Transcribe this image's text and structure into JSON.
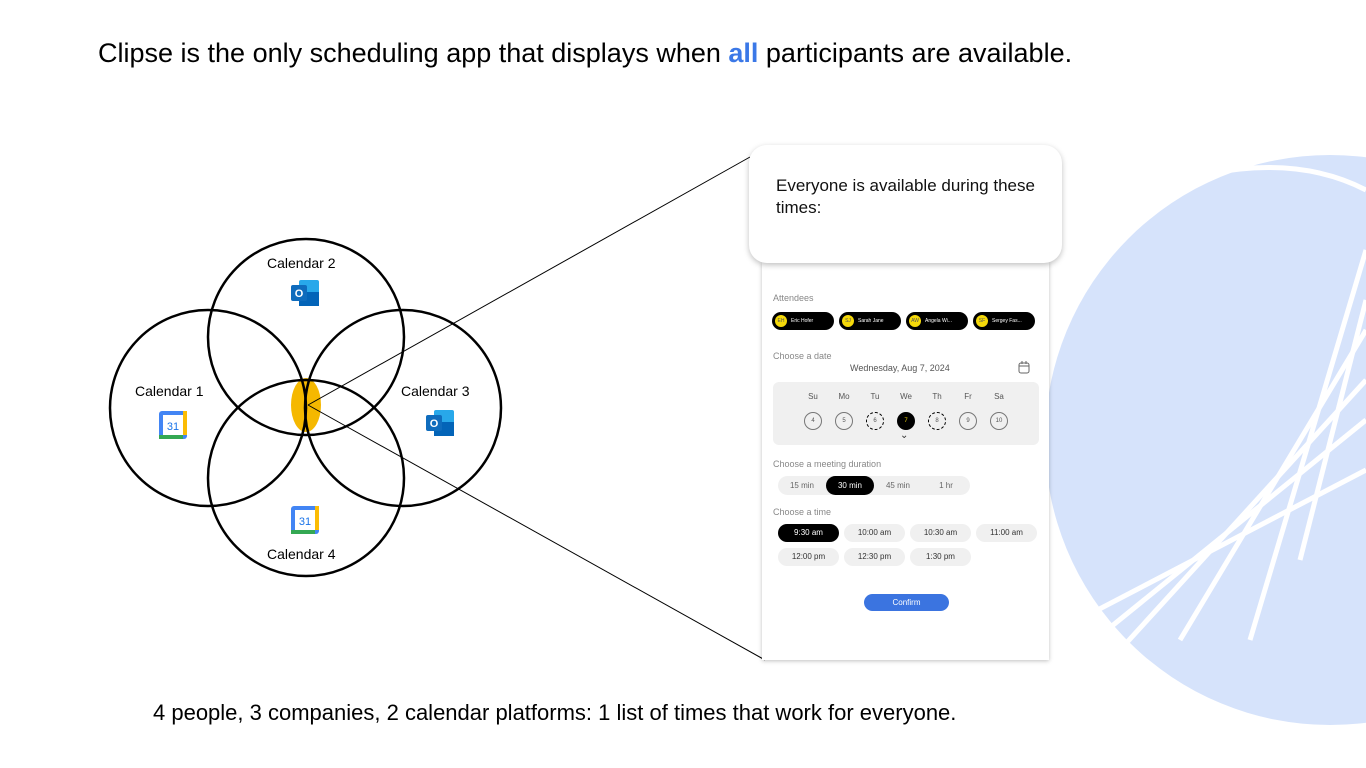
{
  "headline": {
    "before": "Clipse is the only scheduling app that displays when ",
    "highlight": "all",
    "after": " participants are available."
  },
  "footer": "4 people, 3 companies, 2 calendar platforms: 1 list of times that work for everyone.",
  "colors": {
    "accent": "#3b78e7",
    "overlap": "#f5b800",
    "decor": "#d6e3fb"
  },
  "venn": [
    {
      "label": "Calendar 1",
      "platform": "google-calendar-icon",
      "icon_text": "31"
    },
    {
      "label": "Calendar 2",
      "platform": "outlook-icon",
      "icon_text": "O"
    },
    {
      "label": "Calendar 3",
      "platform": "outlook-icon",
      "icon_text": "O"
    },
    {
      "label": "Calendar 4",
      "platform": "google-calendar-icon",
      "icon_text": "31"
    }
  ],
  "bubble": "Everyone is available during these times:",
  "panel": {
    "attendees_label": "Attendees",
    "attendees": [
      {
        "initials": "EH",
        "name": "Eric Hofer"
      },
      {
        "initials": "SJ",
        "name": "Sarah Jane"
      },
      {
        "initials": "AW",
        "name": "Angela Wi..."
      },
      {
        "initials": "SF",
        "name": "Sergey Fas..."
      }
    ],
    "date_label": "Choose a date",
    "date_value": "Wednesday, Aug 7, 2024",
    "days": [
      {
        "d": "Su",
        "n": "4"
      },
      {
        "d": "Mo",
        "n": "5"
      },
      {
        "d": "Tu",
        "n": "6"
      },
      {
        "d": "We",
        "n": "7"
      },
      {
        "d": "Th",
        "n": "8"
      },
      {
        "d": "Fr",
        "n": "9"
      },
      {
        "d": "Sa",
        "n": "10"
      }
    ],
    "duration_label": "Choose a meeting duration",
    "durations": [
      "15 min",
      "30 min",
      "45 min",
      "1 hr"
    ],
    "selected_duration": "30 min",
    "time_label": "Choose a time",
    "times": [
      "9:30 am",
      "10:00 am",
      "10:30 am",
      "11:00 am",
      "12:00 pm",
      "12:30 pm",
      "1:30 pm"
    ],
    "selected_time": "9:30 am",
    "confirm": "Confirm",
    "chevron": "⌄"
  }
}
